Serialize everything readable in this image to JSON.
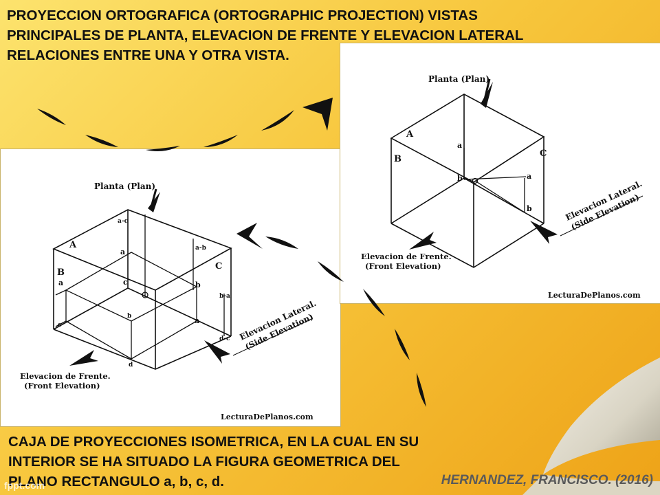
{
  "title": {
    "line1": "PROYECCION ORTOGRAFICA (ORTOGRAPHIC PROJECTION) VISTAS",
    "line2": "PRINCIPALES DE PLANTA, ELEVACION DE FRENTE Y ELEVACION LATERAL",
    "line3": "RELACIONES ENTRE UNA Y OTRA VISTA."
  },
  "caption": {
    "line1": "CAJA DE PROYECCIONES ISOMETRICA, EN LA CUAL EN SU",
    "line2": "INTERIOR SE HA SITUADO LA FIGURA GEOMETRICA DEL",
    "line3": "PLANO RECTANGULO a, b, c, d."
  },
  "author": "HERNANDEZ, FRANCISCO. (2016)",
  "watermark": "fppt.com",
  "colors": {
    "background_light": "#fce36e",
    "background_dark": "#eea318"
  },
  "diagram_left": {
    "plan_label": "Planta (Plan)",
    "front_label_1": "Elevacion de Frente.",
    "front_label_2": "(Front Elevation)",
    "side_label_1": "Elevacion Lateral.",
    "side_label_2": "(Side Elevation)",
    "credit": "LecturaDePlanos.com",
    "face_A": "A",
    "face_B": "B",
    "face_C": "C",
    "pt_ac": "a-c",
    "pt_ab": "a-b",
    "pt_ba": "b-a",
    "pt_dc": "d-c",
    "pt_a_top": "a",
    "pt_a_left": "a",
    "pt_a_right": "a",
    "pt_b_mid": "b",
    "pt_b_right": "b",
    "pt_c_mid": "c",
    "pt_c_left": "c",
    "pt_d": "d"
  },
  "diagram_right": {
    "plan_label": "Planta (Plan)",
    "front_label_1": "Elevacion de Frente.",
    "front_label_2": "(Front Elevation)",
    "side_label_1": "Elevacion Lateral.",
    "side_label_2": "(Side Elevation)",
    "credit": "LecturaDePlanos.com",
    "face_A": "A",
    "face_B": "B",
    "face_C": "C",
    "pt_a_top": "a",
    "pt_a_right": "a",
    "pt_b_left": "b",
    "pt_b_right": "b"
  }
}
